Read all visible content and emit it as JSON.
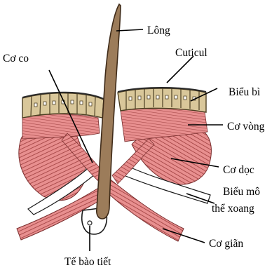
{
  "labels": {
    "hair": "Lông",
    "cuticle": "Cuticul",
    "epidermis": "Biểu bì",
    "circular_muscle": "Cơ vòng",
    "longitudinal_muscle": "Cơ dọc",
    "sinus_epithelium_line1": "Biểu mô",
    "sinus_epithelium_line2": "thể xoang",
    "retractor_muscle": "Cơ co",
    "dilator_muscle": "Cơ giãn",
    "secretory_cell": "Tế bào tiết"
  },
  "colors": {
    "muscle_fill": "#e88f8f",
    "muscle_stripe": "#9b3b3b",
    "epidermis_fill": "#d9c79a",
    "epidermis_cell_line": "#4d3f22",
    "hair_fill": "#9c7c5a",
    "hair_outline": "#3e2a18",
    "sinus_fill": "#ffffff",
    "outline": "#1a1a1a"
  }
}
